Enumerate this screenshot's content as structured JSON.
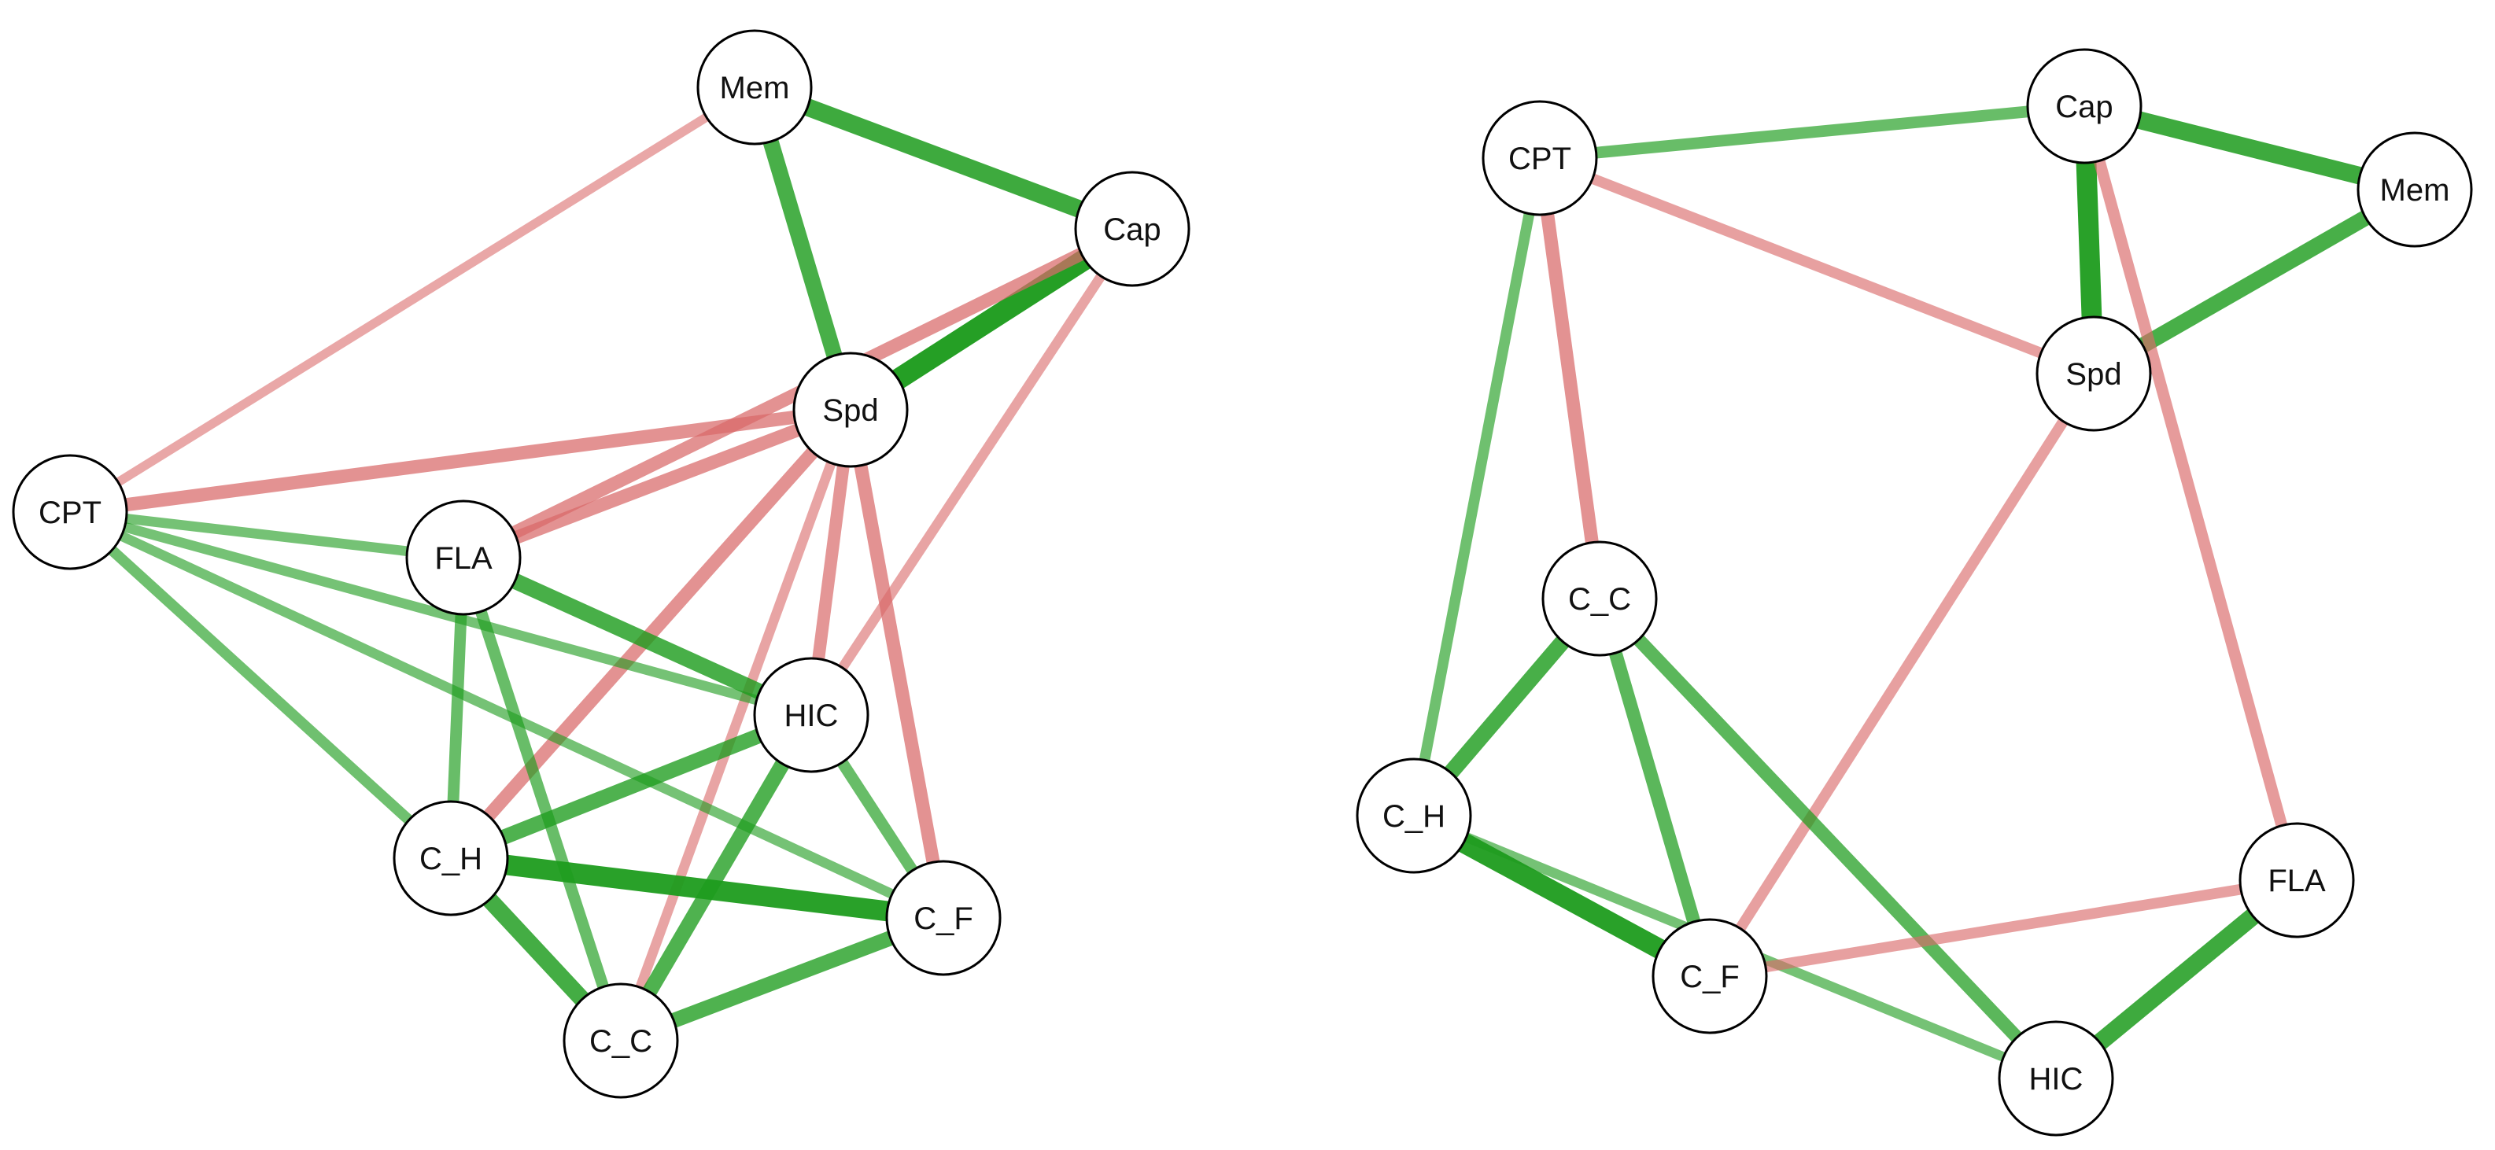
{
  "colors": {
    "positive": "#1e9c1e",
    "negative": "#d96a6a",
    "node_fill": "#ffffff",
    "node_stroke": "#000000"
  },
  "networks": [
    {
      "id": "left",
      "nodes": [
        {
          "id": "Mem",
          "label": "Mem"
        },
        {
          "id": "Cap",
          "label": "Cap"
        },
        {
          "id": "Spd",
          "label": "Spd"
        },
        {
          "id": "CPT",
          "label": "CPT"
        },
        {
          "id": "FLA",
          "label": "FLA"
        },
        {
          "id": "HIC",
          "label": "HIC"
        },
        {
          "id": "C_H",
          "label": "C_H"
        },
        {
          "id": "C_F",
          "label": "C_F"
        },
        {
          "id": "C_C",
          "label": "C_C"
        }
      ],
      "edges": [
        {
          "from": "Mem",
          "to": "Cap",
          "sign": "positive",
          "weight": 0.75
        },
        {
          "from": "Mem",
          "to": "Spd",
          "sign": "positive",
          "weight": 0.65
        },
        {
          "from": "Cap",
          "to": "Spd",
          "sign": "positive",
          "weight": 0.95
        },
        {
          "from": "Mem",
          "to": "CPT",
          "sign": "negative",
          "weight": 0.25
        },
        {
          "from": "CPT",
          "to": "Spd",
          "sign": "negative",
          "weight": 0.5
        },
        {
          "from": "Cap",
          "to": "FLA",
          "sign": "negative",
          "weight": 0.5
        },
        {
          "from": "Spd",
          "to": "FLA",
          "sign": "negative",
          "weight": 0.5
        },
        {
          "from": "Cap",
          "to": "HIC",
          "sign": "negative",
          "weight": 0.3
        },
        {
          "from": "Spd",
          "to": "C_H",
          "sign": "negative",
          "weight": 0.5
        },
        {
          "from": "Spd",
          "to": "C_C",
          "sign": "negative",
          "weight": 0.3
        },
        {
          "from": "Spd",
          "to": "HIC",
          "sign": "negative",
          "weight": 0.45
        },
        {
          "from": "Spd",
          "to": "C_F",
          "sign": "negative",
          "weight": 0.5
        },
        {
          "from": "CPT",
          "to": "FLA",
          "sign": "positive",
          "weight": 0.3
        },
        {
          "from": "CPT",
          "to": "HIC",
          "sign": "positive",
          "weight": 0.3
        },
        {
          "from": "CPT",
          "to": "C_H",
          "sign": "positive",
          "weight": 0.35
        },
        {
          "from": "CPT",
          "to": "C_F",
          "sign": "positive",
          "weight": 0.3
        },
        {
          "from": "FLA",
          "to": "HIC",
          "sign": "positive",
          "weight": 0.65
        },
        {
          "from": "FLA",
          "to": "C_H",
          "sign": "positive",
          "weight": 0.4
        },
        {
          "from": "FLA",
          "to": "C_C",
          "sign": "positive",
          "weight": 0.4
        },
        {
          "from": "HIC",
          "to": "C_H",
          "sign": "positive",
          "weight": 0.6
        },
        {
          "from": "HIC",
          "to": "C_C",
          "sign": "positive",
          "weight": 0.6
        },
        {
          "from": "HIC",
          "to": "C_F",
          "sign": "positive",
          "weight": 0.4
        },
        {
          "from": "C_H",
          "to": "C_F",
          "sign": "positive",
          "weight": 0.9
        },
        {
          "from": "C_H",
          "to": "C_C",
          "sign": "positive",
          "weight": 0.7
        },
        {
          "from": "C_C",
          "to": "C_F",
          "sign": "positive",
          "weight": 0.6
        }
      ]
    },
    {
      "id": "right",
      "nodes": [
        {
          "id": "CPT",
          "label": "CPT"
        },
        {
          "id": "Cap",
          "label": "Cap"
        },
        {
          "id": "Mem",
          "label": "Mem"
        },
        {
          "id": "Spd",
          "label": "Spd"
        },
        {
          "id": "C_C",
          "label": "C_C"
        },
        {
          "id": "C_H",
          "label": "C_H"
        },
        {
          "id": "C_F",
          "label": "C_F"
        },
        {
          "id": "FLA",
          "label": "FLA"
        },
        {
          "id": "HIC",
          "label": "HIC"
        }
      ],
      "edges": [
        {
          "from": "CPT",
          "to": "Cap",
          "sign": "positive",
          "weight": 0.4
        },
        {
          "from": "CPT",
          "to": "Spd",
          "sign": "negative",
          "weight": 0.35
        },
        {
          "from": "CPT",
          "to": "C_C",
          "sign": "negative",
          "weight": 0.5
        },
        {
          "from": "CPT",
          "to": "C_H",
          "sign": "positive",
          "weight": 0.35
        },
        {
          "from": "Cap",
          "to": "Mem",
          "sign": "positive",
          "weight": 0.75
        },
        {
          "from": "Cap",
          "to": "Spd",
          "sign": "positive",
          "weight": 0.9
        },
        {
          "from": "Mem",
          "to": "Spd",
          "sign": "positive",
          "weight": 0.65
        },
        {
          "from": "Cap",
          "to": "FLA",
          "sign": "negative",
          "weight": 0.4
        },
        {
          "from": "Spd",
          "to": "C_F",
          "sign": "negative",
          "weight": 0.35
        },
        {
          "from": "C_C",
          "to": "C_H",
          "sign": "positive",
          "weight": 0.65
        },
        {
          "from": "C_C",
          "to": "C_F",
          "sign": "positive",
          "weight": 0.5
        },
        {
          "from": "C_C",
          "to": "HIC",
          "sign": "positive",
          "weight": 0.5
        },
        {
          "from": "C_H",
          "to": "C_F",
          "sign": "positive",
          "weight": 0.9
        },
        {
          "from": "C_H",
          "to": "HIC",
          "sign": "positive",
          "weight": 0.3
        },
        {
          "from": "C_F",
          "to": "FLA",
          "sign": "negative",
          "weight": 0.35
        },
        {
          "from": "FLA",
          "to": "HIC",
          "sign": "positive",
          "weight": 0.75
        }
      ]
    }
  ]
}
